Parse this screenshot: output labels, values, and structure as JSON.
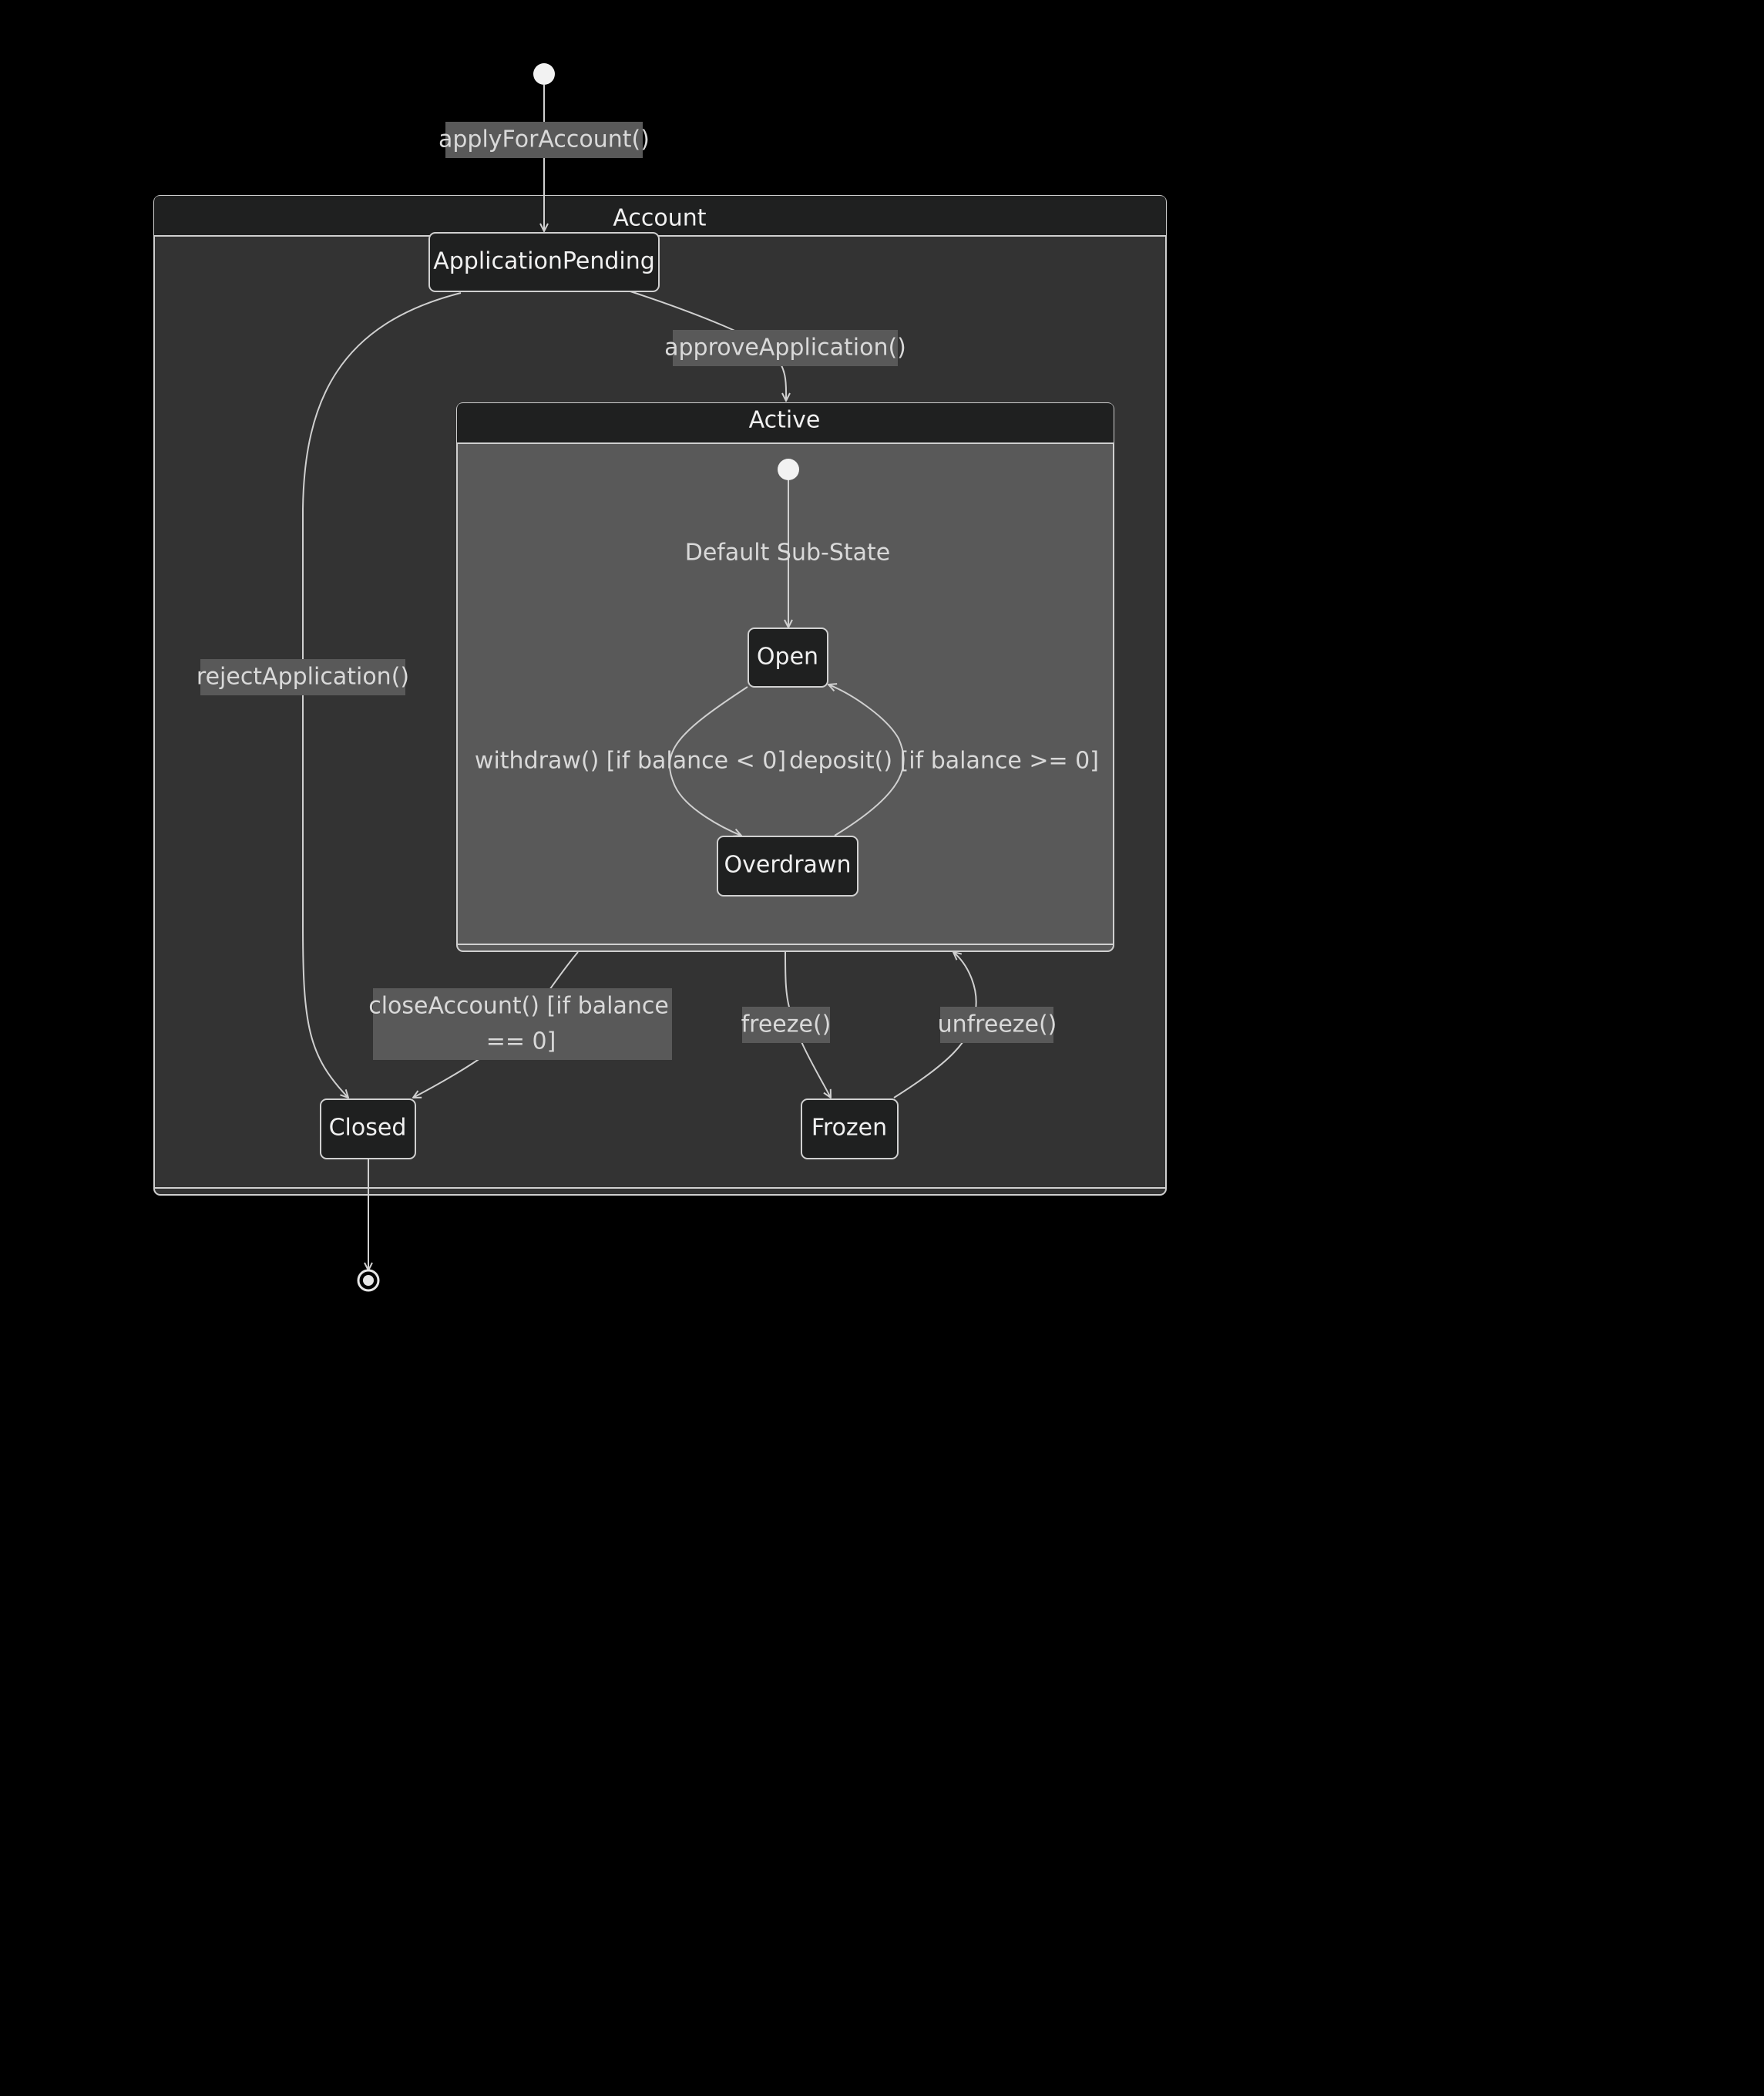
{
  "diagram": {
    "type": "state-diagram",
    "colors": {
      "background": "#000000",
      "outer_composite_fill": "#333333",
      "inner_composite_fill": "#595959",
      "composite_header_fill": "#1f2020",
      "state_fill": "#1f2020",
      "stroke": "#d0d0d0",
      "text": "#f0f0f0",
      "edge_label_bg": "#595959"
    },
    "composites": {
      "account": {
        "title": "Account"
      },
      "active": {
        "title": "Active"
      }
    },
    "states": {
      "application_pending": "ApplicationPending",
      "open": "Open",
      "overdrawn": "Overdrawn",
      "closed": "Closed",
      "frozen": "Frozen"
    },
    "transitions": {
      "apply": "applyForAccount()",
      "approve": "approveApplication()",
      "reject": "rejectApplication()",
      "default_sub": "Default Sub-State",
      "withdraw": "withdraw() [if balance < 0]",
      "deposit": "deposit() [if balance >= 0]",
      "close_line1": "closeAccount() [if balance",
      "close_line2": "== 0]",
      "freeze": "freeze()",
      "unfreeze": "unfreeze()"
    }
  }
}
